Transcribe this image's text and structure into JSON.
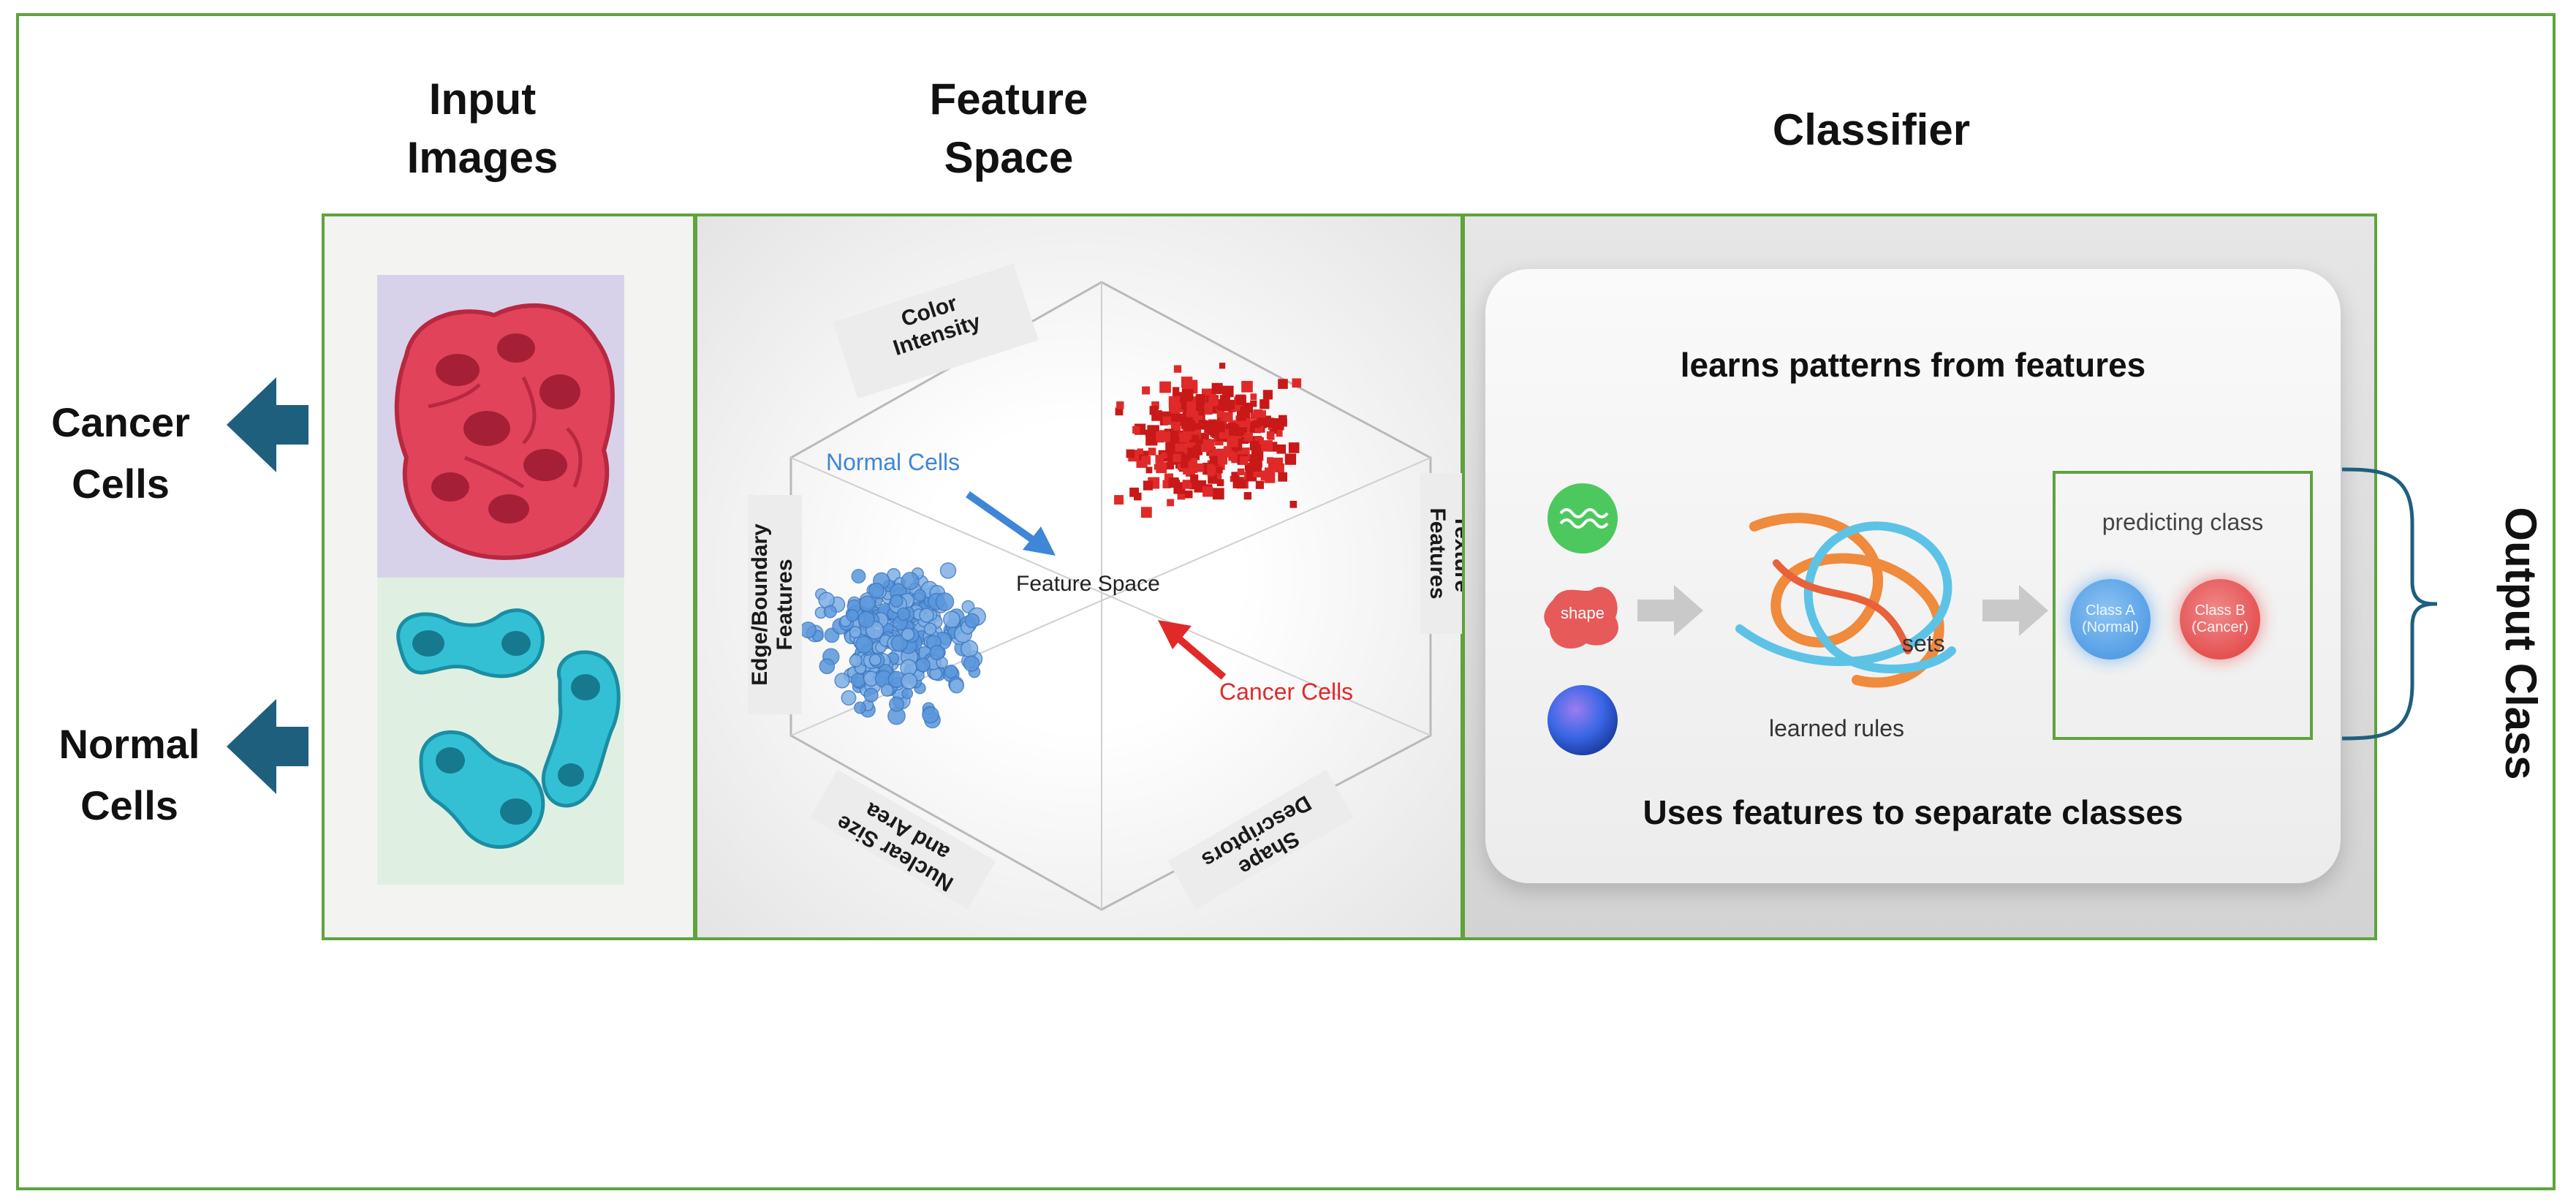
{
  "headers": {
    "input_images": [
      "Input",
      "Images"
    ],
    "feature_space": [
      "Feature",
      "Space"
    ],
    "classifier": "Classifier",
    "output_class": "Output Class"
  },
  "left_labels": {
    "cancer": [
      "Cancer",
      "Cells"
    ],
    "normal": [
      "Normal",
      "Cells"
    ]
  },
  "feature_space": {
    "axis_color_intensity": [
      "Color",
      "Intensity"
    ],
    "axis_texture": [
      "Texture",
      "Features"
    ],
    "axis_edge": [
      "Edge/Boundary",
      "Features"
    ],
    "axis_nuclear": [
      "Nuclear Size",
      "and Area"
    ],
    "axis_shape": [
      "Shape",
      "Descriptors"
    ],
    "normal_cells_label": "Normal Cells",
    "cancer_cells_label": "Cancer Cells",
    "center_label": "Feature Space"
  },
  "classifier": {
    "top_text": "learns patterns from features",
    "bottom_text": "Uses features to separate classes",
    "shape_token": "shape",
    "sets_label": "sets",
    "learned_rules_label": "learned rules",
    "predicting_label": "predicting class",
    "class_a": [
      "Class A",
      "(Normal)"
    ],
    "class_b": [
      "Class B",
      "(Cancer)"
    ]
  },
  "colors": {
    "frame_green": "#5fa33c",
    "arrow_blue": "#1f5f7e",
    "normal_blue": "#3f86d6",
    "cancer_red": "#e02a2a"
  }
}
